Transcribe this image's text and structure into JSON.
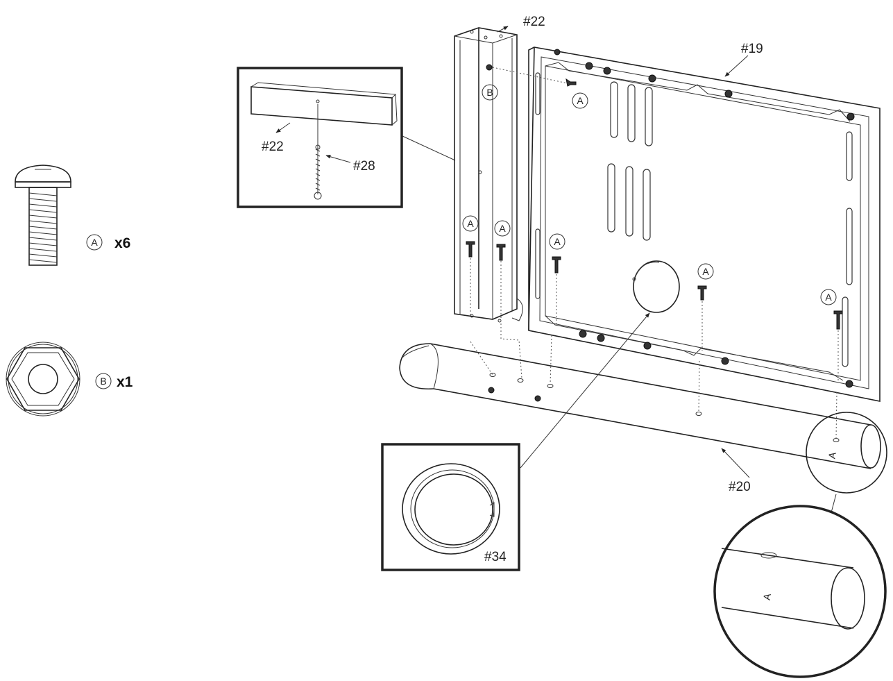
{
  "hardware": {
    "bolt": {
      "letter": "A",
      "qty": "x6",
      "icon": "pan-head-bolt-icon"
    },
    "nut": {
      "letter": "B",
      "qty": "x1",
      "icon": "hex-nut-icon"
    }
  },
  "parts": {
    "post": "#22",
    "panel": "#19",
    "inset_post": "#22",
    "inset_cord": "#28",
    "base_tube": "#20",
    "grommet": "#34"
  },
  "callouts": {
    "a": "A",
    "b": "B"
  },
  "tube_mark": "A",
  "colors": {
    "line": "#222222",
    "background": "#ffffff"
  }
}
